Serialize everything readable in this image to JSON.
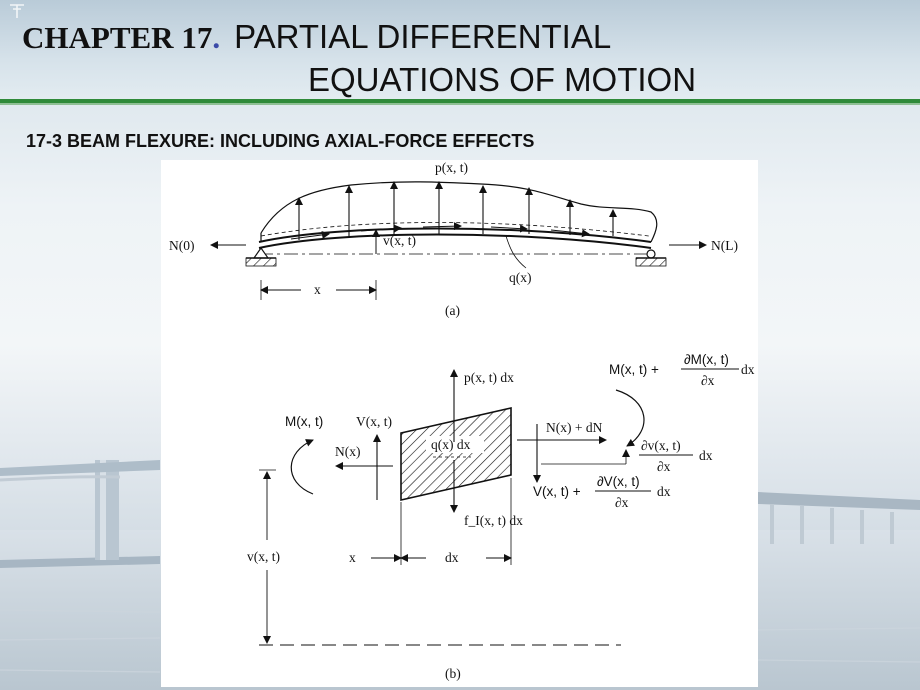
{
  "header": {
    "chapter": "CHAPTER  17",
    "chapter_dot": ".",
    "title_line1": "PARTIAL DIFFERENTIAL",
    "title_line2": "EQUATIONS OF MOTION"
  },
  "section_title": "17-3 BEAM FLEXURE: INCLUDING AXIAL-FORCE EFFECTS",
  "figure_a": {
    "load_label": "p(x, t)",
    "displacement_label": "v(x, t)",
    "axial_left": "N(0)",
    "axial_right": "N(L)",
    "distributed_label": "q(x)",
    "dimension_label": "x",
    "caption": "(a)"
  },
  "figure_b": {
    "load_label": "p(x, t) dx",
    "moment_left": "M(x, t)",
    "shear_left": "V(x, t)",
    "axial_left": "N(x)",
    "element_label": "q(x) dx",
    "axial_right": "N(x) + dN",
    "moment_right": "M(x, t) +",
    "moment_right_num": "∂M(x, t)",
    "moment_right_den": "∂x",
    "moment_right_dx": "dx",
    "slope_num": "∂v(x, t)",
    "slope_den": "∂x",
    "slope_dx": "dx",
    "shear_right": "V(x, t) +",
    "shear_right_num": "∂V(x, t)",
    "shear_right_den": "∂x",
    "shear_right_dx": "dx",
    "inertia_label": "f_I(x, t) dx",
    "position_label": "x",
    "width_label": "dx",
    "displacement_label": "v(x, t)",
    "caption": "(b)"
  }
}
